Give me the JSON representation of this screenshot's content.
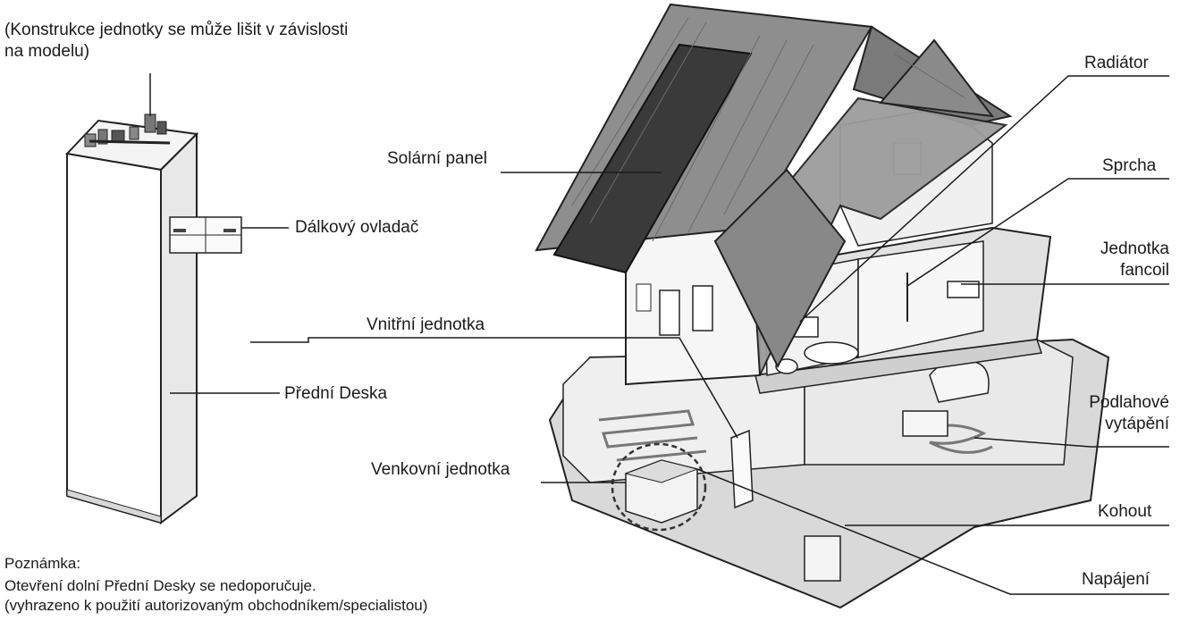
{
  "header": {
    "line1": "(Konstrukce jednotky se může lišit v závislosti",
    "line2": "na modelu)"
  },
  "labels": {
    "solar_panel": "Solární panel",
    "remote_controller": "Dálkový ovladač",
    "indoor_unit": "Vnitřní jednotka",
    "front_panel": "Přední Deska",
    "outdoor_unit": "Venkovní jednotka",
    "radiator": "Radiátor",
    "shower": "Sprcha",
    "fancoil_line1": "Jednotka",
    "fancoil_line2": "fancoil",
    "floor_heating_line1": "Podlahové",
    "floor_heating_line2": "vytápění",
    "faucet": "Kohout",
    "power_supply": "Napájení"
  },
  "note": {
    "title": "Poznámka:",
    "line1": "Otevření dolní Přední Desky se nedoporučuje.",
    "line2": "(vyhrazeno k použití autorizovaným obchodníkem/specialistou)"
  },
  "colors": {
    "line": "#1a1a1a",
    "roof": "#8a8a8a",
    "roof_dark": "#5a5a5a",
    "solar": "#333333",
    "wall": "#f2f2f2",
    "floor": "#dcdcdc"
  }
}
